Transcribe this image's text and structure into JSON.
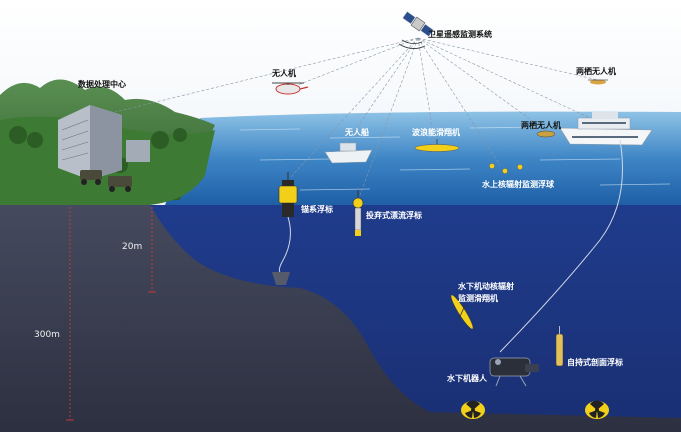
{
  "labels": {
    "satellite": "卫星遥感监测系统",
    "data_center": "数据处理中心",
    "uav": "无人机",
    "amphibious_uav_right": "两栖无人机",
    "amphibious_uav_sea": "两栖无人机",
    "usv": "无人船",
    "wave_glider": "波浪能滑翔机",
    "surface_monitor": "水上核辐射监测浮球",
    "mooring_buoy": "锚系浮标",
    "drift_buoy": "投弃式漂流浮标",
    "underwater_glider_line1": "水下机动核辐射",
    "underwater_glider_line2": "监测滑翔机",
    "underwater_robot": "水下机器人",
    "profiling_float": "自持式剖面浮标"
  },
  "depths": {
    "shallow": "20m",
    "deep": "300m"
  },
  "colors": {
    "deep_water": "#243a85",
    "seabed": "#3b3f52",
    "surface_sea": "#3f86c6",
    "radiation_sign": "#f2d01a"
  },
  "icons": [
    "satellite-icon",
    "uav-icon",
    "ship-icon",
    "buoy-icon",
    "radiation-icon"
  ]
}
